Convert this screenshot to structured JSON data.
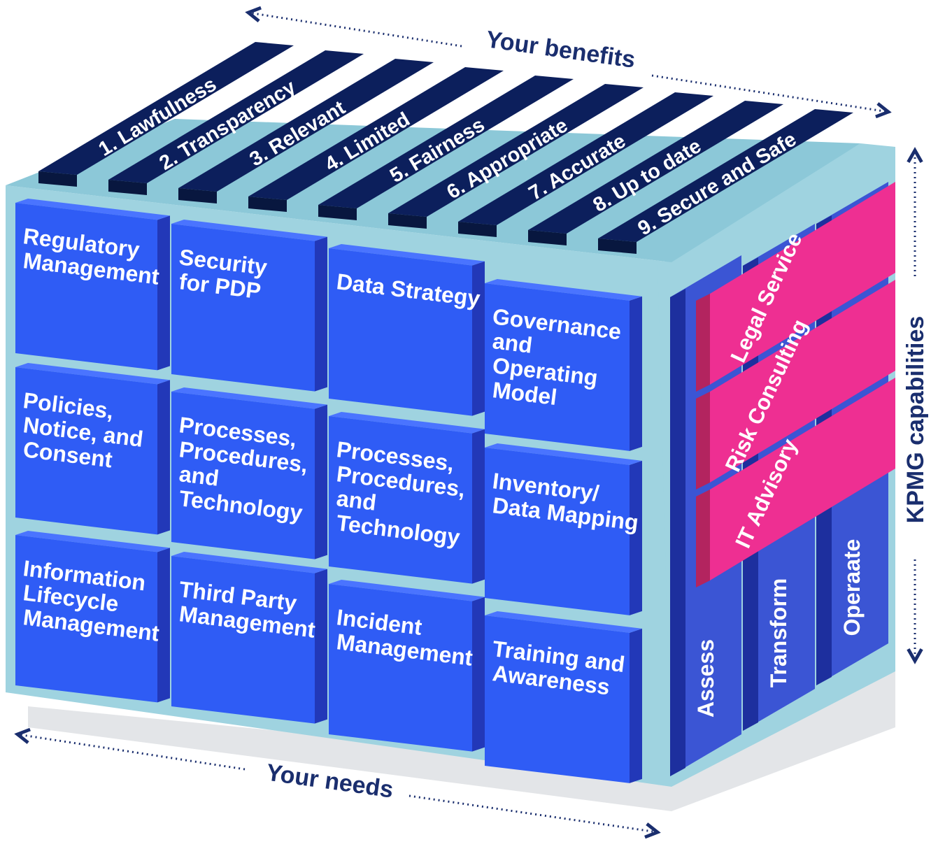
{
  "labels": {
    "top_axis": "Your benefits",
    "bottom_axis": "Your needs",
    "right_axis": "KPMG capabilities"
  },
  "benefits": [
    "1. Lawfulness",
    "2. Transparency",
    "3. Relevant",
    "4. Limited",
    "5. Fairness",
    "6. Appropriate",
    "7. Accurate",
    "8. Up to date",
    "9. Secure and Safe"
  ],
  "needs": [
    [
      "Regulatory",
      "Management"
    ],
    [
      "Security",
      "for PDP"
    ],
    [
      "Data Strategy"
    ],
    [
      "Governance",
      "and",
      "Operating",
      "Model"
    ],
    [
      "Policies,",
      "Notice, and",
      "Consent"
    ],
    [
      "Processes,",
      "Procedures,",
      "and",
      "Technology"
    ],
    [
      "Processes,",
      "Procedures,",
      "and",
      "Technology"
    ],
    [
      "Inventory/",
      "Data Mapping"
    ],
    [
      "Information",
      "Lifecycle",
      "Management"
    ],
    [
      "Third Party",
      "Management"
    ],
    [
      "Incident",
      "Management"
    ],
    [
      "Training and",
      "Awareness"
    ]
  ],
  "services": [
    "Legal Service",
    "Risk Consulting",
    "IT Advisory"
  ],
  "phases": [
    "Assess",
    "Transform",
    "Operaate"
  ],
  "colors": {
    "navy": "#0c1f5c",
    "blue": "#2f5cf5",
    "blue_side": "#2238b8",
    "light_blue": "#9fd3e0",
    "pink": "#ee2f92",
    "pink_side": "#b3245f",
    "arrow": "#1a2e6e",
    "shadow": "#e3e5e8"
  }
}
